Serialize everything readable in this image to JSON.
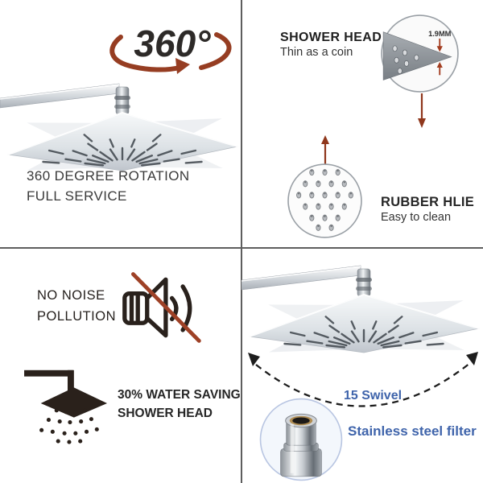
{
  "colors": {
    "accent_red": "#963d22",
    "accent_blue": "#3f64ab",
    "text_dark": "#3a3a3a",
    "divider": "#5e5e5e"
  },
  "top_left": {
    "logo": "360°",
    "caption_line1": "360 DEGREE ROTATION",
    "caption_line2": "FULL SERVICE"
  },
  "top_right": {
    "heading": "SHOWER HEAD",
    "subheading": "Thin as a coin",
    "thickness": "1.9MM",
    "rubber_heading": "RUBBER HLIE",
    "rubber_sub": "Easy to clean"
  },
  "bottom_left": {
    "noise_line1": "NO NOISE",
    "noise_line2": "POLLUTION",
    "saving_line1": "30% WATER SAVING",
    "saving_line2": "SHOWER HEAD"
  },
  "bottom_right": {
    "swivel": "15 Swivel",
    "filter": "Stainless steel filter"
  },
  "icons": {
    "rotation_logo": "360-rotation-arrows",
    "coin_detail": "thin-edge-measure-circle",
    "nozzle_detail": "rubber-nozzle-grid-circle",
    "muted_speaker": "speaker-crossed-out",
    "shower_spray": "water-saving-shower-spray",
    "swivel_arc": "dashed-double-arrow-arc",
    "connector": "stainless-filter-connector"
  }
}
